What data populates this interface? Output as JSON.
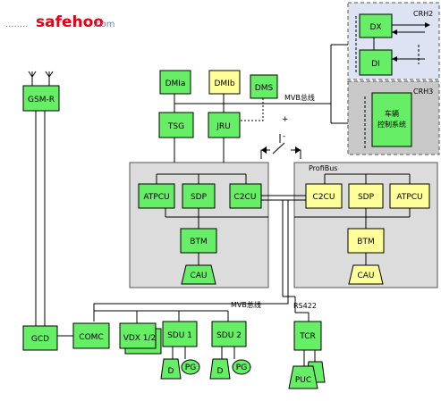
{
  "logo": {
    "prefix": "........",
    "text": "safehoo",
    "suffix": ".com"
  },
  "labels": {
    "gsmr": "GSM-R",
    "dmia": "DMIa",
    "dmib": "DMIb",
    "dms": "DMS",
    "tsg": "TSG",
    "jru": "JRU",
    "mvb_top": "MVB总线",
    "mvb_bottom": "MVB总线",
    "profibus": "ProfiBus",
    "crh2": "CRH2",
    "crh3": "CRH3",
    "dx": "DX",
    "di": "DI",
    "vehicle_ctrl_1": "车辆",
    "vehicle_ctrl_2": "控制系统",
    "plus": "+",
    "minus": "-",
    "atpcu_left": "ATPCU",
    "sdp_left": "SDP",
    "c2cu_left": "C2CU",
    "btm_left": "BTM",
    "cau_left": "CAU",
    "c2cu_right": "C2CU",
    "sdp_right": "SDP",
    "atpcu_right": "ATPCU",
    "btm_right": "BTM",
    "cau_right": "CAU",
    "gcd": "GCD",
    "comc": "COMC",
    "vdx": "VDX 1/2",
    "sdu1": "SDU 1",
    "sdu2": "SDU 2",
    "d1": "D",
    "pg1": "PG",
    "d2": "D",
    "pg2": "PG",
    "rs422": "RS422",
    "tcr": "TCR",
    "puc": "PUC"
  },
  "colors": {
    "green": "#66ee66",
    "yellow": "#ffff99",
    "panel_gray": "#dcdcdc",
    "crh2_bg": "#dde3f3",
    "crh3_bg": "#c8c8c8",
    "watermark_red": "#e60012"
  }
}
